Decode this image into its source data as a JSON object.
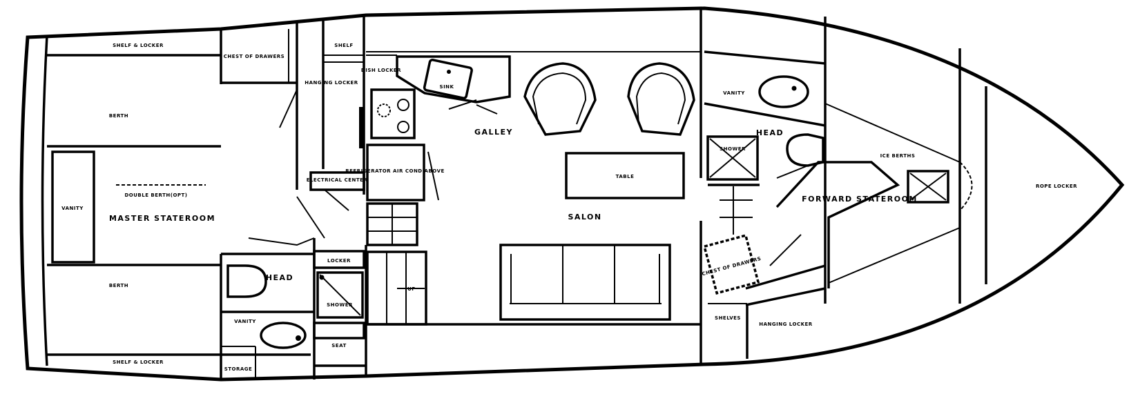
{
  "labels": {
    "shelf_locker_top_aft": "SHELF & LOCKER",
    "chest_of_drawers_aft": "CHEST OF DRAWERS",
    "shelf_aft_stair": "SHELF",
    "hanging_locker_aft": "HANGING LOCKER",
    "berth_upper_aft": "BERTH",
    "double_berth": "DOUBLE BERTH(OPT)",
    "vanity_aft": "VANITY",
    "master_stateroom": "MASTER STATEROOM",
    "berth_lower_aft": "BERTH",
    "shelf_locker_bottom_aft": "SHELF & LOCKER",
    "electrical_center": "ELECTRICAL CENTER",
    "locker_aft_head": "LOCKER",
    "head_aft": "HEAD",
    "shower_aft": "SHOWER",
    "vanity_aft_head": "VANITY",
    "storage": "STORAGE",
    "seat": "SEAT",
    "dish_locker": "DISH LOCKER",
    "sink": "SINK",
    "galley": "GALLEY",
    "refrigerator": "REFRIGERATOR AIR COND ABOVE",
    "up": "UP",
    "table": "TABLE",
    "salon": "SALON",
    "vanity_fwd": "VANITY",
    "head_fwd": "HEAD",
    "shower_fwd": "SHOWER",
    "chest_of_drawers_fwd": "CHEST OF DRAWERS",
    "shelves": "SHELVES",
    "hanging_locker_fwd": "HANGING LOCKER",
    "ice_berths": "ICE BERTHS",
    "forward_stateroom": "FORWARD STATEROOM",
    "rope_locker": "ROPE LOCKER"
  }
}
